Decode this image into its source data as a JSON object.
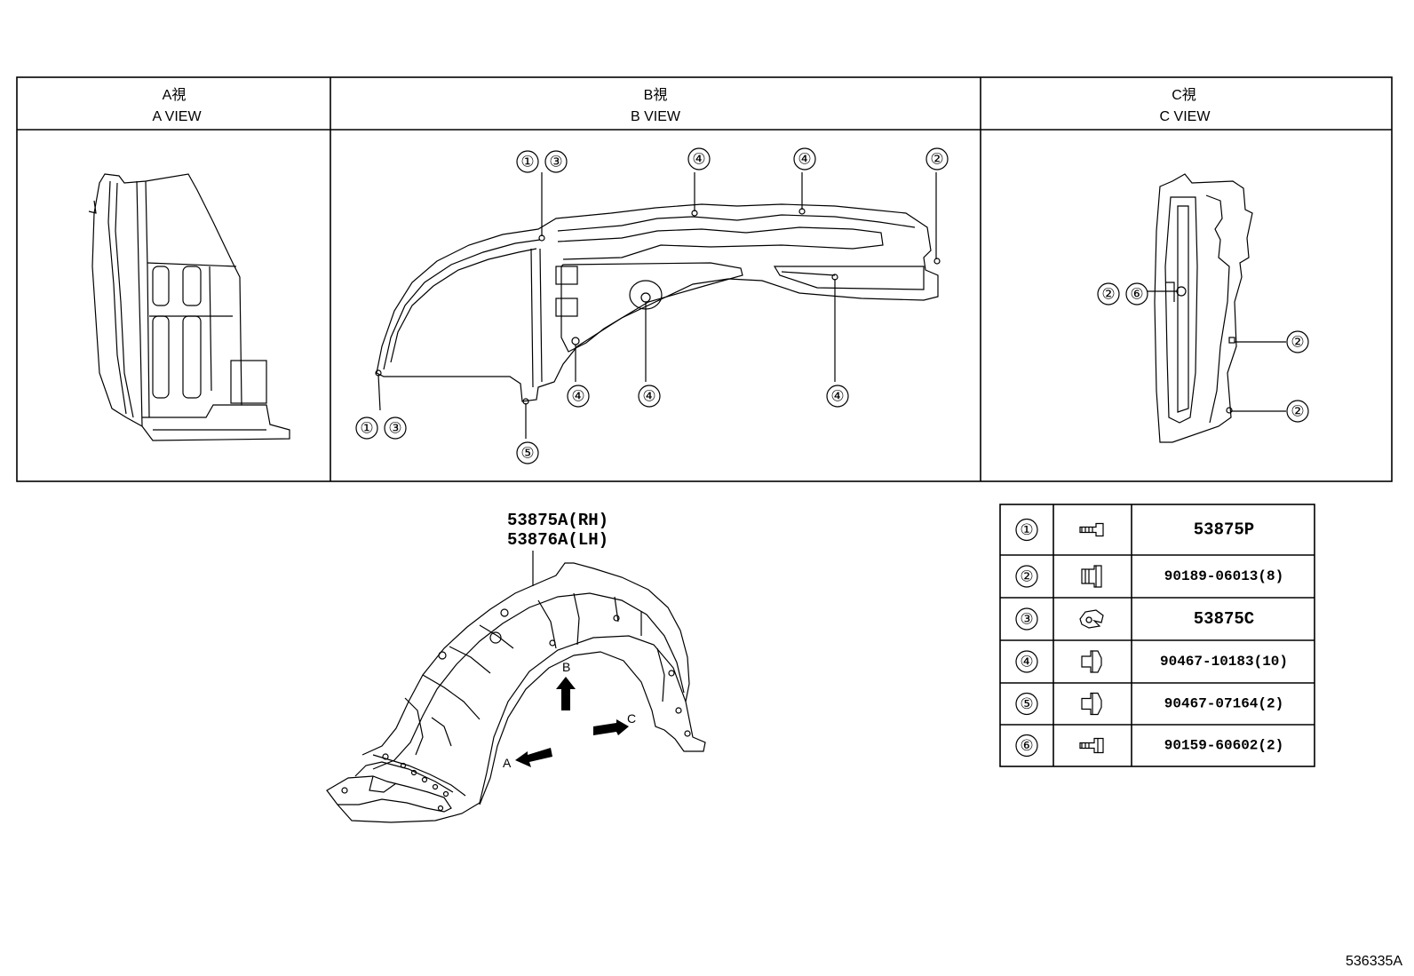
{
  "views": [
    {
      "jp": "A視",
      "en": "A VIEW"
    },
    {
      "jp": "B視",
      "en": "B VIEW"
    },
    {
      "jp": "C視",
      "en": "C VIEW"
    }
  ],
  "main_part": {
    "rh": "53875A(RH)",
    "lh": "53876A(LH)"
  },
  "arrows": {
    "a": "A",
    "b": "B",
    "c": "C"
  },
  "callouts": {
    "c1": "①",
    "c2": "②",
    "c3": "③",
    "c4": "④",
    "c5": "⑤",
    "c6": "⑥"
  },
  "parts_table": [
    {
      "num": "①",
      "icon": "bolt-icon",
      "part": "53875P"
    },
    {
      "num": "②",
      "icon": "clip-icon",
      "part": "90189-06013(8)"
    },
    {
      "num": "③",
      "icon": "nut-clip-icon",
      "part": "53875C"
    },
    {
      "num": "④",
      "icon": "push-clip-icon",
      "part": "90467-10183(10)"
    },
    {
      "num": "⑤",
      "icon": "push-clip-icon",
      "part": "90467-07164(2)"
    },
    {
      "num": "⑥",
      "icon": "screw-icon",
      "part": "90159-60602(2)"
    }
  ],
  "reference": "536335A"
}
